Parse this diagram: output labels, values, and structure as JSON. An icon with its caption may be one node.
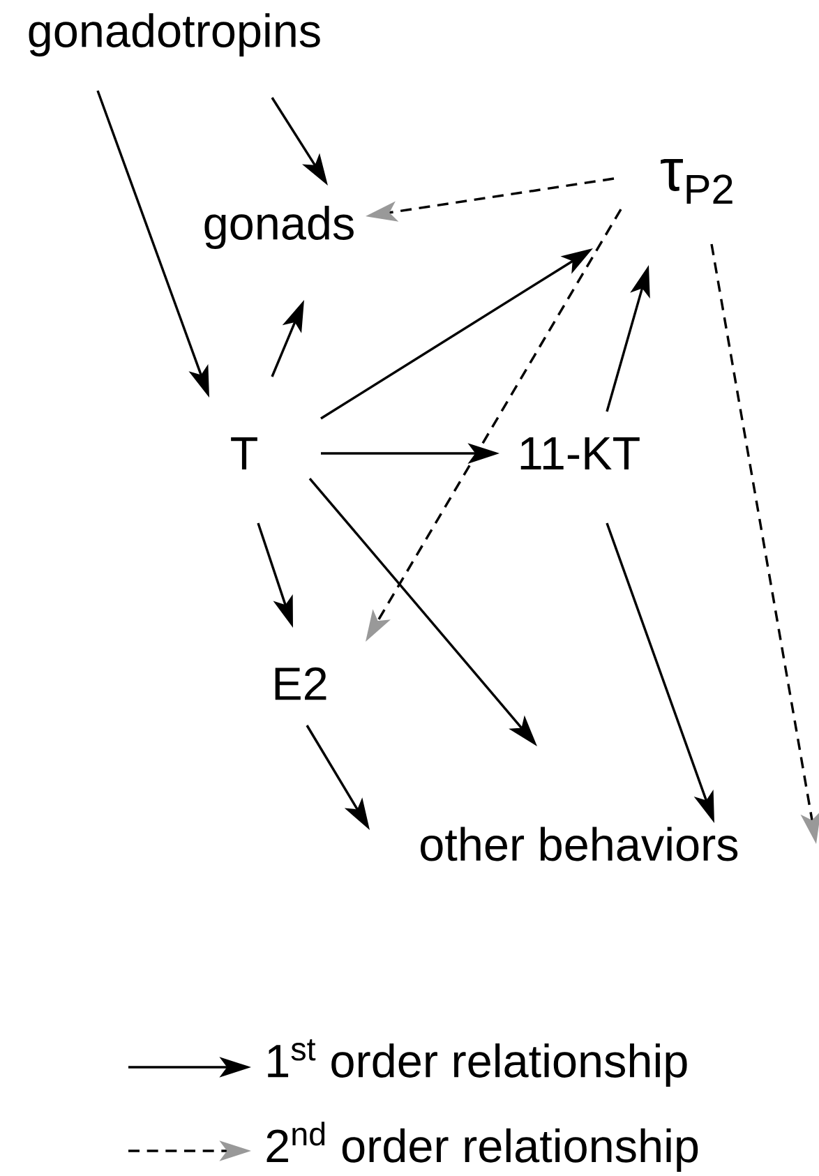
{
  "diagram": {
    "nodes": [
      {
        "text": [
          "gonadotropins"
        ]
      },
      {
        "text": [
          "gonads"
        ]
      },
      {
        "text": [
          "τ$_{P2}$"
        ]
      },
      {
        "text": [
          "T"
        ]
      },
      {
        "text": [
          "11-KT"
        ]
      },
      {
        "text": [
          "E2"
        ]
      },
      {
        "text": [
          "other behaviors"
        ]
      }
    ],
    "edges": [
      {
        "from": 0,
        "to": 3,
        "arrow": "to"
      },
      {
        "from": 0,
        "to": 1,
        "arrow": "to"
      },
      {
        "from": 2,
        "to": 1,
        "arrow": "to",
        "style": "dashed"
      },
      {
        "from": 3,
        "to": 1,
        "arrow": "to"
      },
      {
        "from": 3,
        "to": 2,
        "arrow": "to"
      },
      {
        "from": 2,
        "to": 5,
        "arrow": "to",
        "style": "dashed"
      },
      {
        "from": 4,
        "to": 2,
        "arrow": "to"
      },
      {
        "from": 3,
        "to": 4,
        "arrow": "to"
      },
      {
        "from": 3,
        "to": 5,
        "arrow": "to"
      },
      {
        "from": 3,
        "to": 6,
        "arrow": "to"
      },
      {
        "from": 5,
        "to": 6,
        "arrow": "to"
      },
      {
        "from": 4,
        "to": 6,
        "arrow": "to"
      },
      {
        "from": 2,
        "to": null,
        "arrow": "to",
        "style": "dashed"
      }
    ],
    "legend": [
      {
        "text": "1$^{st}$ order relationship"
      },
      {
        "text": "2$^{nd}$ order relationship"
      }
    ]
  }
}
